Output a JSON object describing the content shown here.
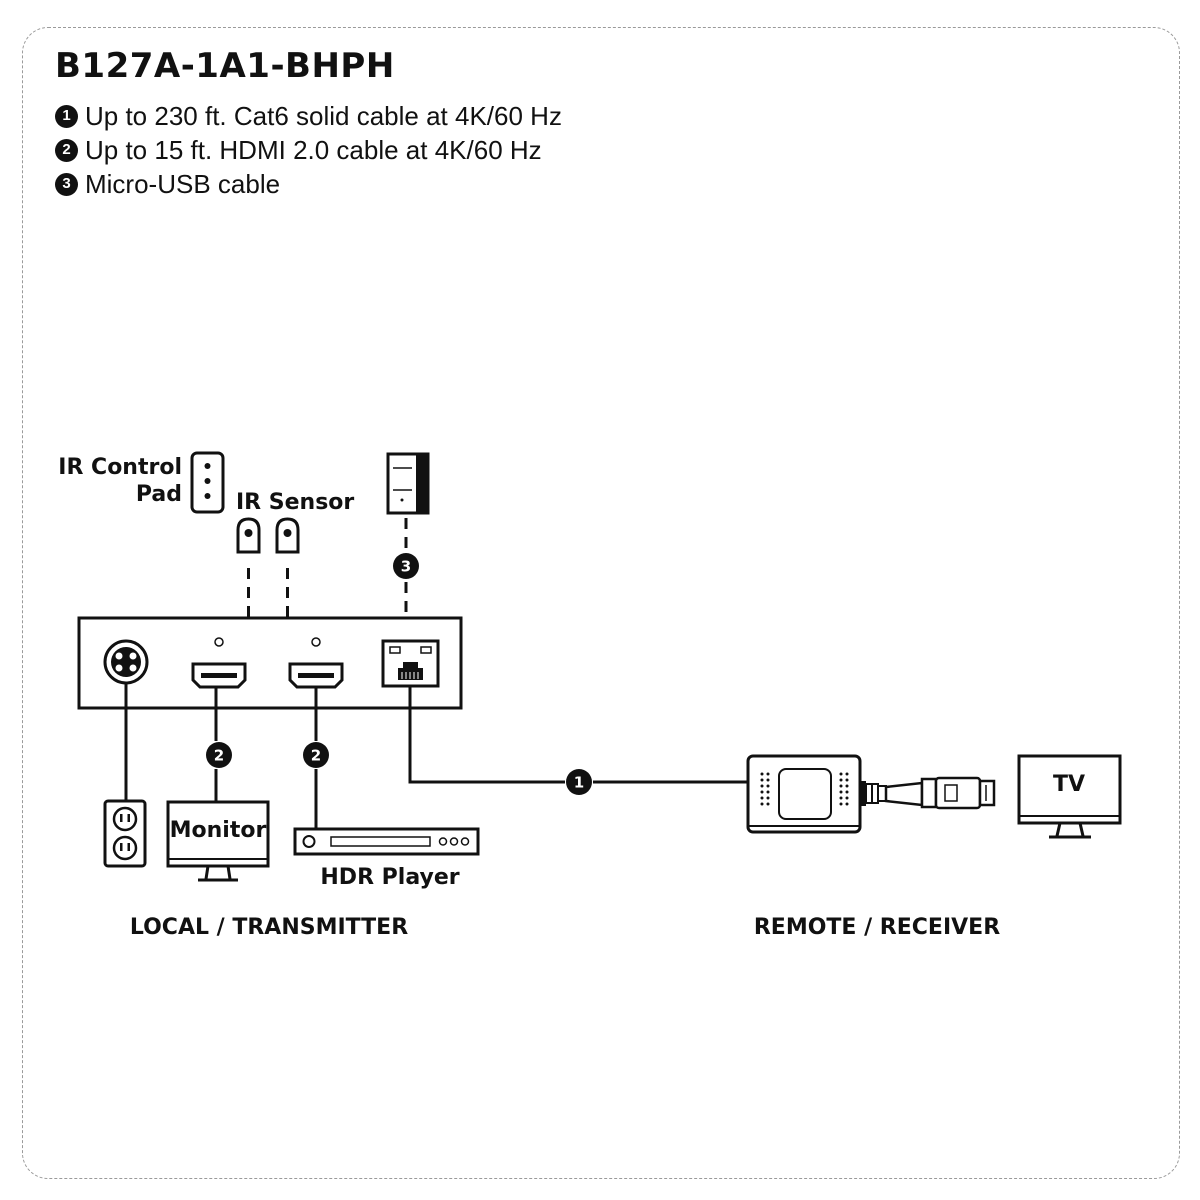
{
  "title": "B127A-1A1-BHPH",
  "legend": [
    {
      "num": "1",
      "text": "Up to 230 ft. Cat6 solid cable at 4K/60 Hz"
    },
    {
      "num": "2",
      "text": "Up to 15 ft. HDMI 2.0 cable at 4K/60 Hz"
    },
    {
      "num": "3",
      "text": "Micro-USB cable"
    }
  ],
  "labels": {
    "ir_control_line1": "IR Control",
    "ir_control_line2": "Pad",
    "ir_sensor": "IR Sensor",
    "monitor": "Monitor",
    "hdr_player": "HDR Player",
    "tv": "TV",
    "local": "LOCAL / TRANSMITTER",
    "remote": "REMOTE / RECEIVER"
  },
  "badges": {
    "cat6": "1",
    "hdmi_monitor": "2",
    "hdmi_player": "2",
    "usb": "3"
  }
}
